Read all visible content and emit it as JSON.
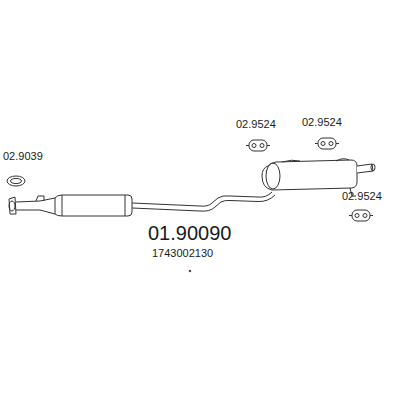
{
  "diagram": {
    "labels": [
      "02.9039",
      "02.9524",
      "02.9524",
      "02.9524",
      "01.90090",
      "1743002130"
    ]
  }
}
